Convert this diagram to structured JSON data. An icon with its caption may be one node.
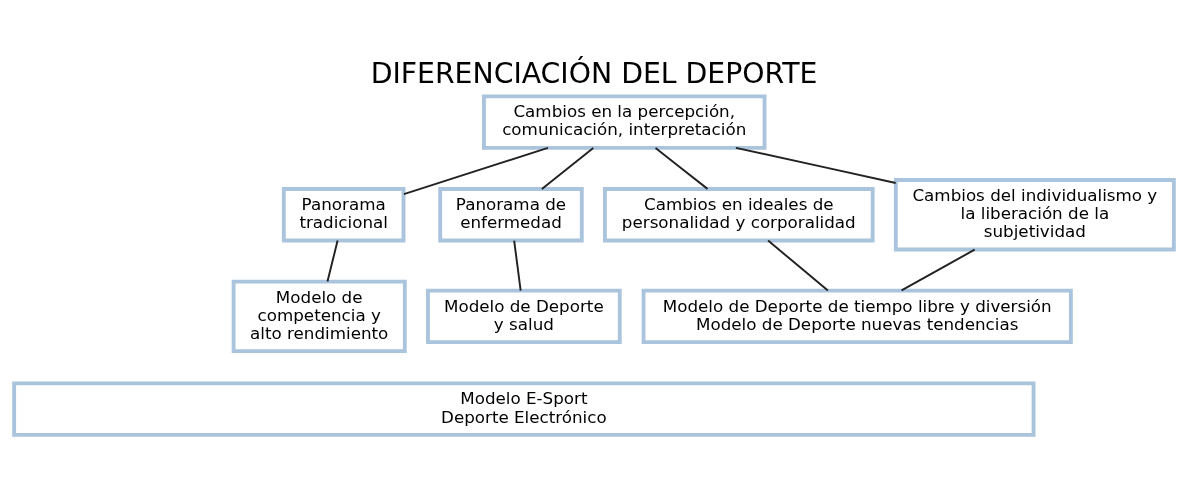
{
  "diagram": {
    "title": "DIFERENCIACIÓN DEL DEPORTE",
    "nodes": [
      {
        "text": [
          "Cambios en la percepción, comunicación, interpretación"
        ]
      },
      {
        "text": [
          "Panorama tradicional"
        ]
      },
      {
        "text": [
          "Panorama de enfermedad"
        ]
      },
      {
        "text": [
          "Cambios en ideales de personalidad y corporalidad"
        ]
      },
      {
        "text": [
          "Cambios del individualismo y la liberación de la subjetividad"
        ]
      },
      {
        "text": [
          "Modelo de competencia y alto rendimiento"
        ]
      },
      {
        "text": [
          "Modelo de Deporte y salud"
        ]
      },
      {
        "text": [
          "Modelo de Deporte de tiempo libre y diversión",
          "Modelo de Deporte nuevas tendencias"
        ]
      },
      {
        "text": [
          "Modelo E-Sport",
          "Deporte Electrónico"
        ]
      }
    ],
    "edges": [
      {
        "from": 0,
        "to": 1,
        "arrow": "none"
      },
      {
        "from": 0,
        "to": 2,
        "arrow": "none"
      },
      {
        "from": 0,
        "to": 3,
        "arrow": "none"
      },
      {
        "from": 0,
        "to": 4,
        "arrow": "none"
      },
      {
        "from": 1,
        "to": 5,
        "arrow": "none"
      },
      {
        "from": 2,
        "to": 6,
        "arrow": "none"
      },
      {
        "from": 3,
        "to": 7,
        "arrow": "none"
      },
      {
        "from": 4,
        "to": 7,
        "arrow": "none"
      }
    ]
  }
}
